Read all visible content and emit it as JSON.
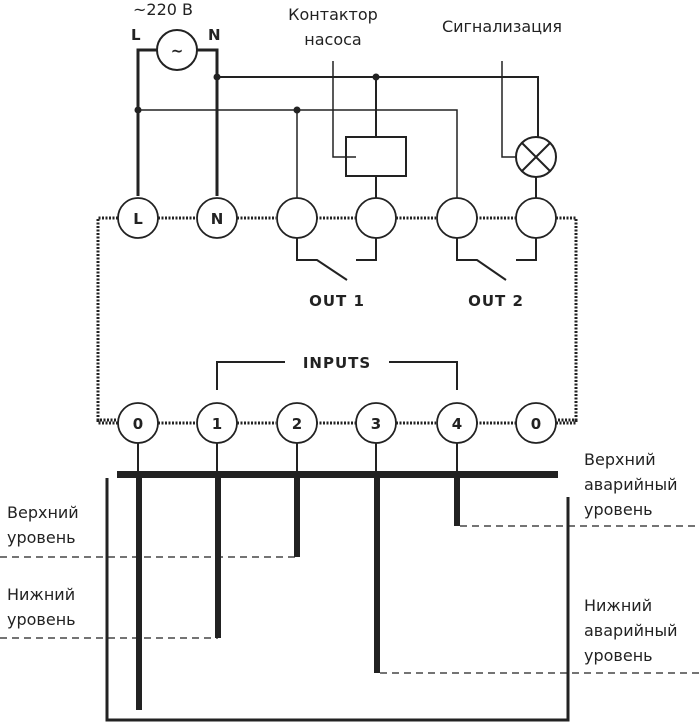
{
  "power": {
    "voltage_label": "~220 В",
    "l_label": "L",
    "n_label": "N",
    "source_symbol": "~"
  },
  "labels": {
    "contactor_line1": "Контактор",
    "contactor_line2": "насоса",
    "alarm": "Сигнализация"
  },
  "top_terminals": [
    "L",
    "N",
    "",
    "",
    "",
    ""
  ],
  "outputs": {
    "out1": "OUT 1",
    "out2": "OUT 2"
  },
  "inputs_label": "INPUTS",
  "bottom_terminals": [
    "0",
    "1",
    "2",
    "3",
    "4",
    "0"
  ],
  "levels": {
    "upper_line1": "Верхний",
    "upper_line2": "уровень",
    "lower_line1": "Нижний",
    "lower_line2": "уровень",
    "upper_alarm_line1": "Верхний",
    "upper_alarm_line2": "аварийный",
    "upper_alarm_line3": "уровень",
    "lower_alarm_line1": "Нижний",
    "lower_alarm_line2": "аварийный",
    "lower_alarm_line3": "уровень"
  },
  "colors": {
    "ink": "#222222",
    "background": "#ffffff"
  }
}
